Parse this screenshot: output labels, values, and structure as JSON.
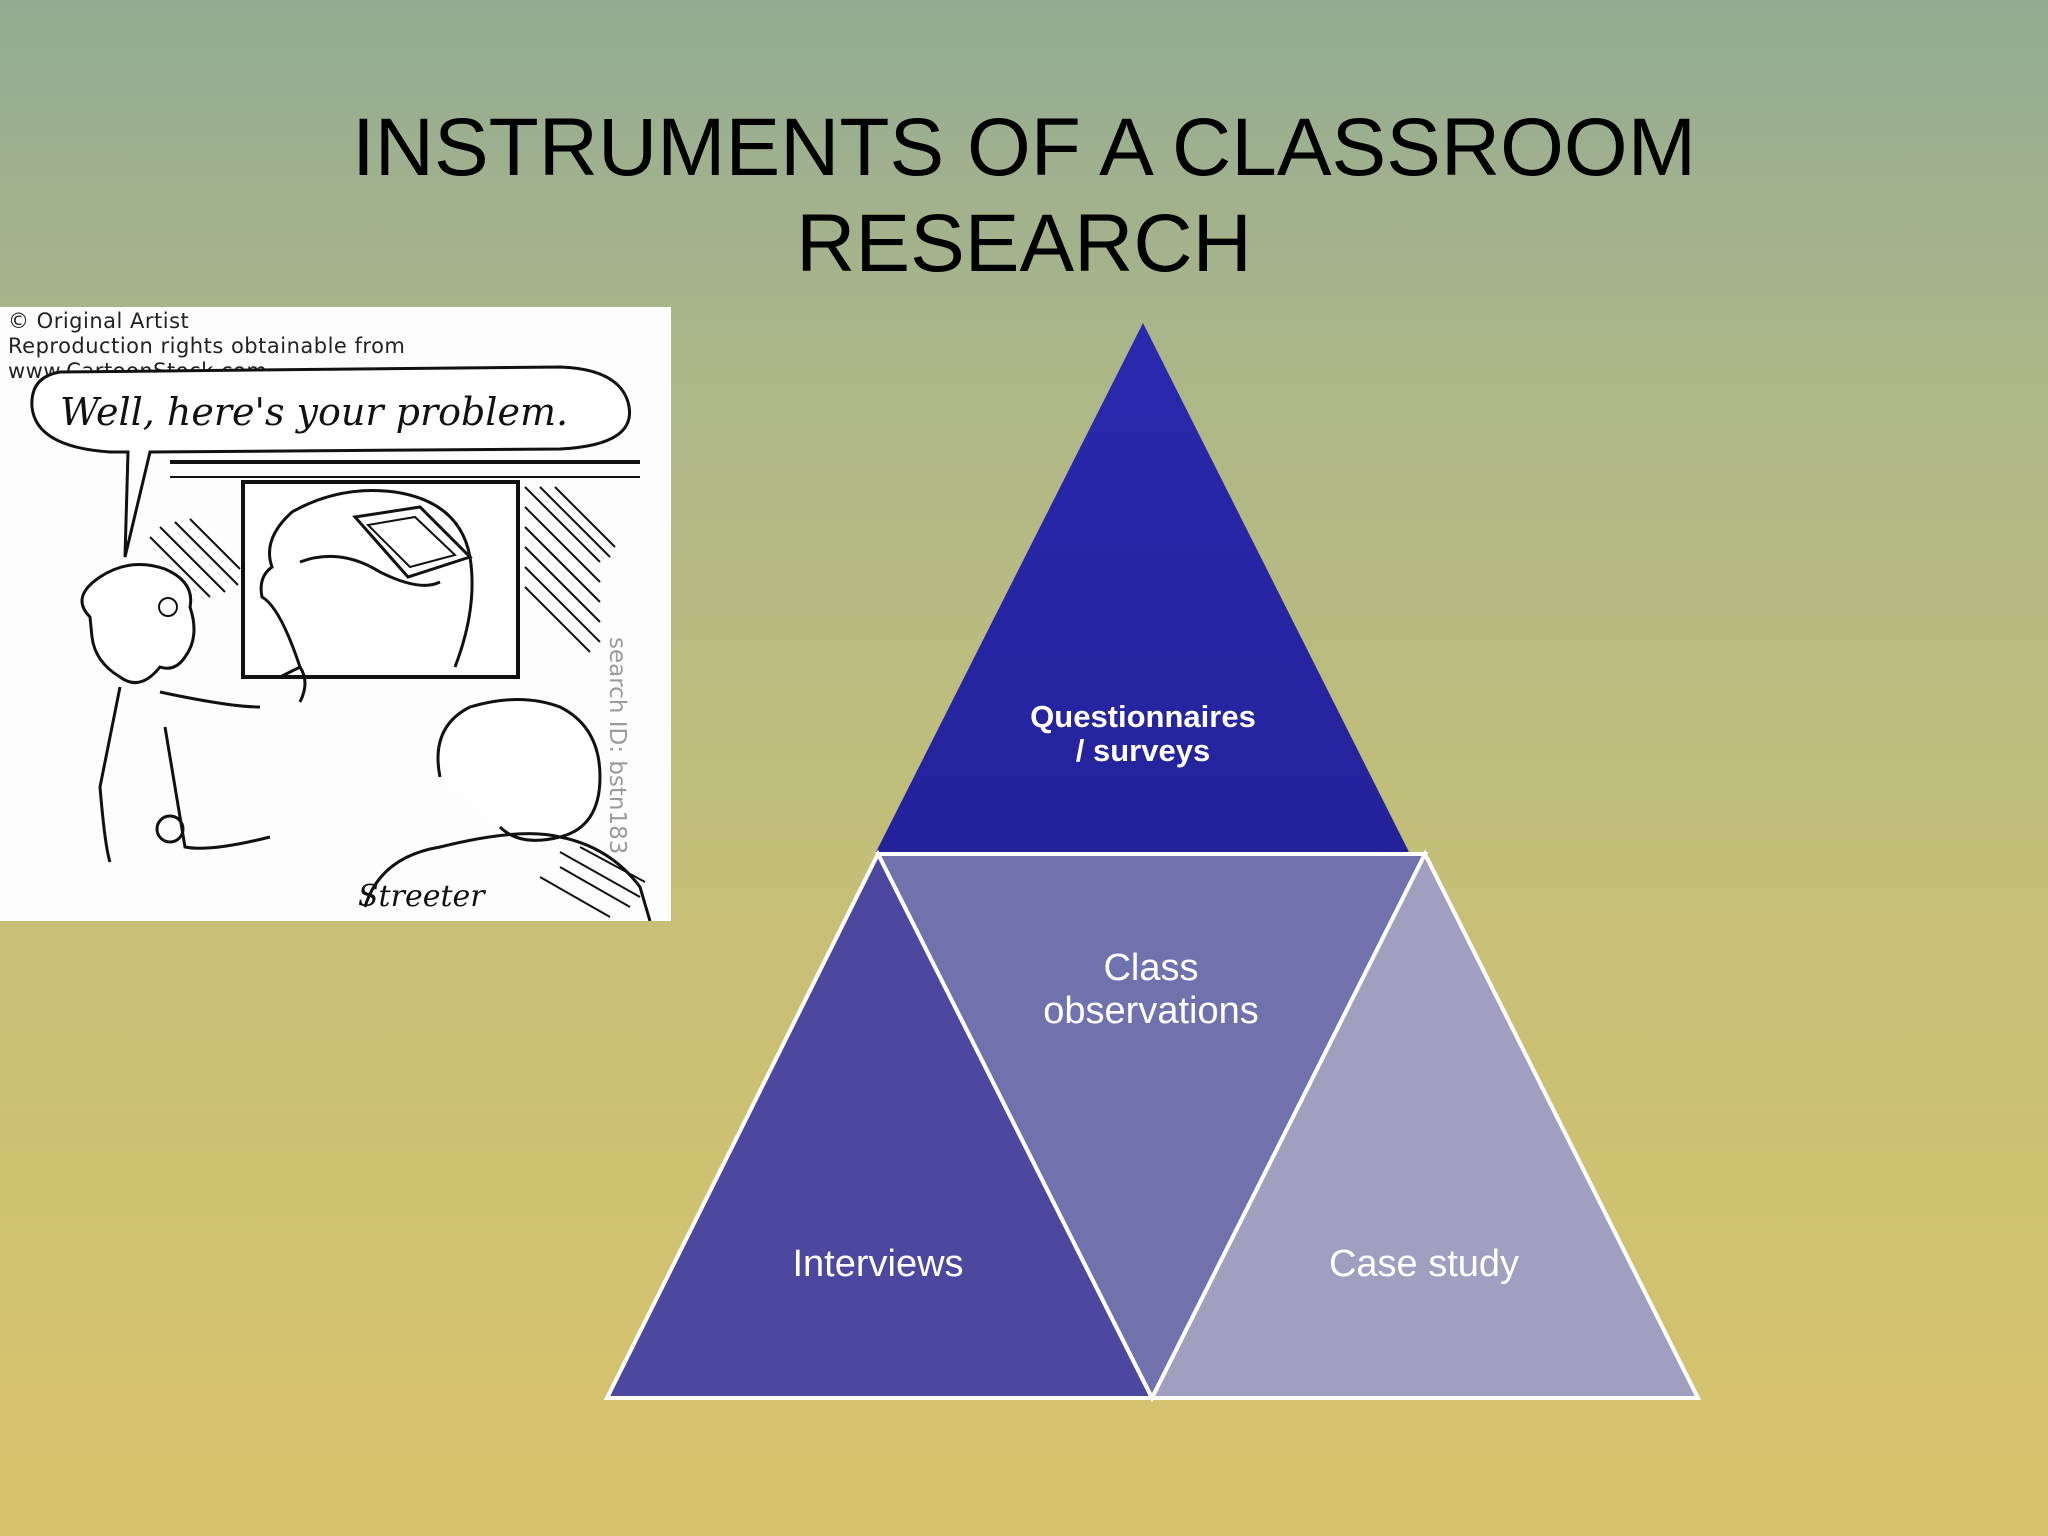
{
  "slide": {
    "title_lines": [
      "INSTRUMENTS OF A CLASSROOM",
      "RESEARCH"
    ]
  },
  "cartoon": {
    "credit_lines": [
      "© Original Artist",
      "Reproduction rights obtainable from",
      "www.CartoonStock.com"
    ],
    "speech": "Well, here's your problem.",
    "search_id": "search ID: bstn183",
    "artist_signature": "Streeter"
  },
  "diagram": {
    "top": {
      "lines": [
        "Questionnaires",
        "/ surveys"
      ],
      "color": "#24229a"
    },
    "center": {
      "lines": [
        "Class",
        "observations"
      ],
      "color": "#7072ae"
    },
    "left": {
      "label": "Interviews",
      "color": "#4c48a0"
    },
    "right": {
      "label": "Case study",
      "color": "#a09fbf"
    },
    "outline_color": "#ffffff"
  }
}
